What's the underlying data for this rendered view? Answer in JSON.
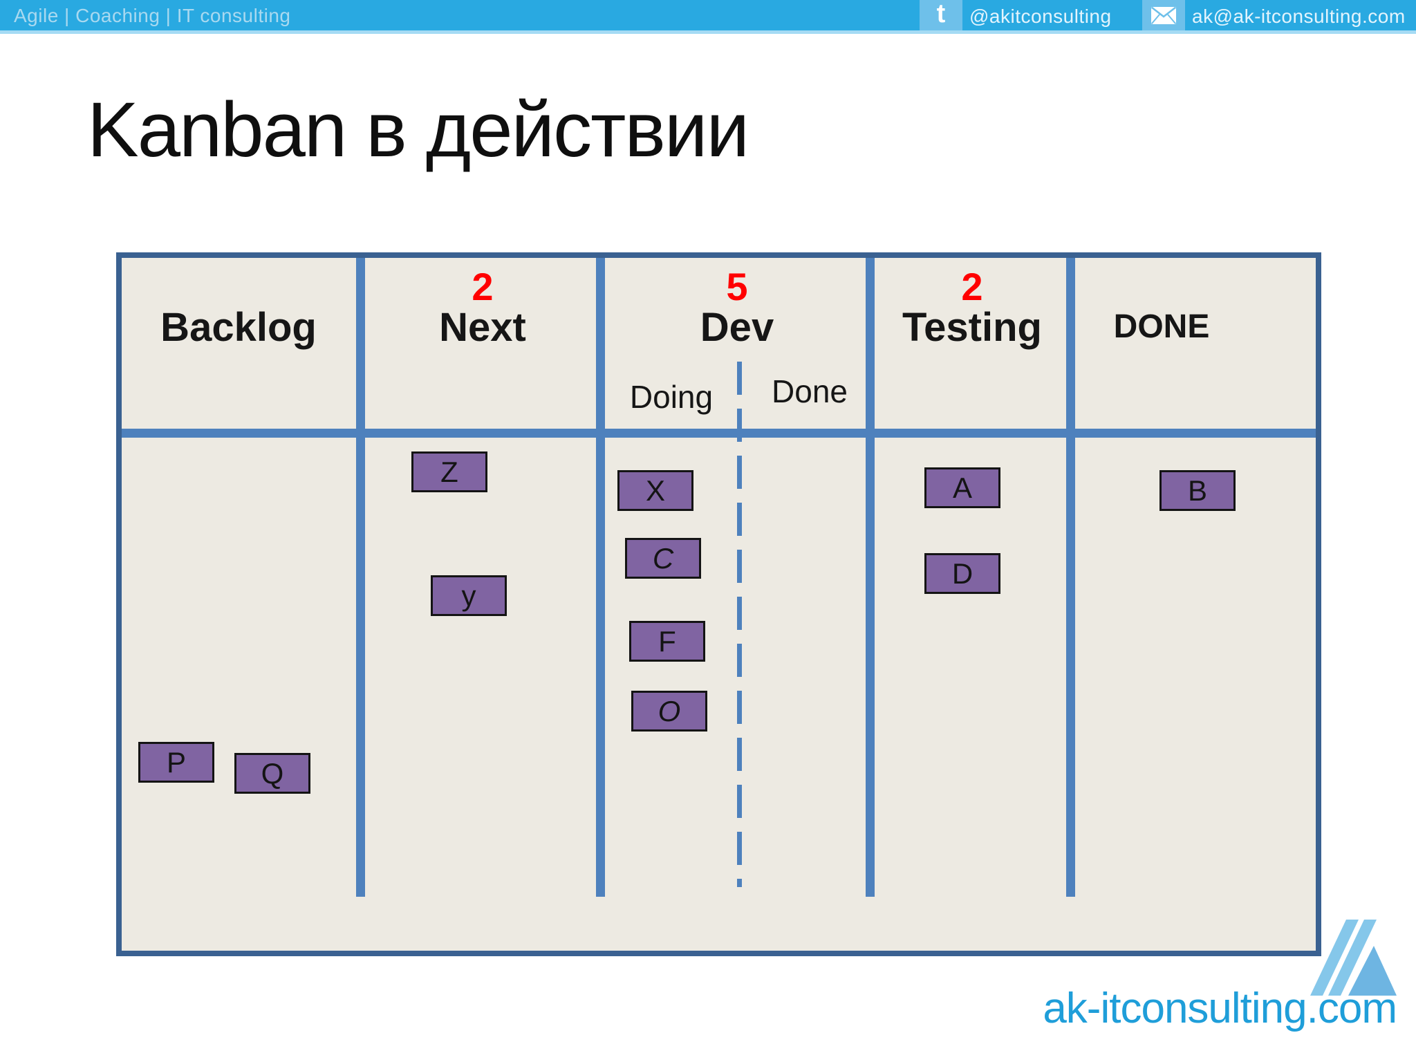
{
  "topbar": {
    "tagline": "Agile | Coaching | IT consulting",
    "twitter_glyph": "t",
    "twitter_handle": "@akitconsulting",
    "email": "ak@ak-itconsulting.com"
  },
  "title": "Kanban в действии",
  "board": {
    "columns": [
      {
        "id": "backlog",
        "label": "Backlog",
        "wip": ""
      },
      {
        "id": "next",
        "label": "Next",
        "wip": "2"
      },
      {
        "id": "dev",
        "label": "Dev",
        "wip": "5",
        "sub": [
          "Doing",
          "Done"
        ]
      },
      {
        "id": "testing",
        "label": "Testing",
        "wip": "2"
      },
      {
        "id": "done",
        "label": "DONE",
        "wip": ""
      }
    ],
    "cards": [
      {
        "label": "Z",
        "column": "next"
      },
      {
        "label": "y",
        "column": "next"
      },
      {
        "label": "X",
        "column": "dev-doing"
      },
      {
        "label": "C",
        "column": "dev-doing"
      },
      {
        "label": "F",
        "column": "dev-doing"
      },
      {
        "label": "O",
        "column": "dev-doing"
      },
      {
        "label": "A",
        "column": "testing"
      },
      {
        "label": "D",
        "column": "testing"
      },
      {
        "label": "B",
        "column": "done"
      },
      {
        "label": "P",
        "column": "backlog"
      },
      {
        "label": "Q",
        "column": "backlog"
      }
    ]
  },
  "footer": {
    "website": "ak-itconsulting.com"
  },
  "colors": {
    "topbar_bg": "#29a9e1",
    "topbar_icon_bg": "#6ec0ea",
    "board_bg": "#edeae2",
    "board_border": "#3a6191",
    "grid": "#4e81bd",
    "wip_number": "#ff0000",
    "card_bg": "#8064a2",
    "footer_text": "#1f9ed9"
  }
}
